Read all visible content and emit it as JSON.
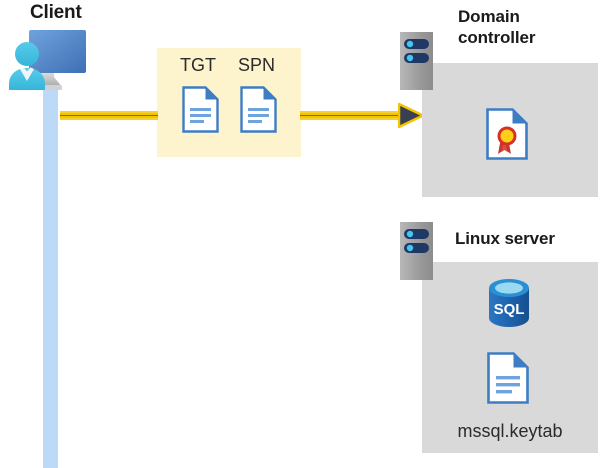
{
  "diagram": {
    "title_client": "Client",
    "nodes": {
      "client": {
        "label": "Client",
        "icon": "client-computer-icon"
      },
      "domain_controller": {
        "label": "Domain\ncontroller",
        "icon": "server-rack-icon",
        "contents": [
          {
            "icon": "certificate-document-icon",
            "label": ""
          }
        ]
      },
      "linux_server": {
        "label": "Linux server",
        "icon": "server-rack-icon",
        "contents": [
          {
            "icon": "sql-database-icon",
            "label": "SQL"
          },
          {
            "icon": "keytab-document-icon",
            "label": "mssql.keytab"
          }
        ]
      }
    },
    "tokens": {
      "tgt_label": "TGT",
      "spn_label": "SPN",
      "tgt_icon": "document-icon",
      "spn_icon": "document-icon"
    },
    "flow": {
      "arrow_label": "",
      "arrow_icon": "arrow-right-icon",
      "direction": "client-to-domain-controller"
    },
    "labels": {
      "sql_text": "SQL",
      "keytab_filename": "mssql.keytab"
    },
    "colors": {
      "highlight_box": "#fdf3cd",
      "arrow": "#f5c400",
      "arrow_head": "#3a3f51",
      "panel": "#d9d9d9",
      "lifeline": "#bcd9f8",
      "document_blue": "#3d7dc4",
      "sql_blue": "#1f63ad",
      "server_gray": "#a6a6a6",
      "text": "#1a1a1a"
    }
  }
}
